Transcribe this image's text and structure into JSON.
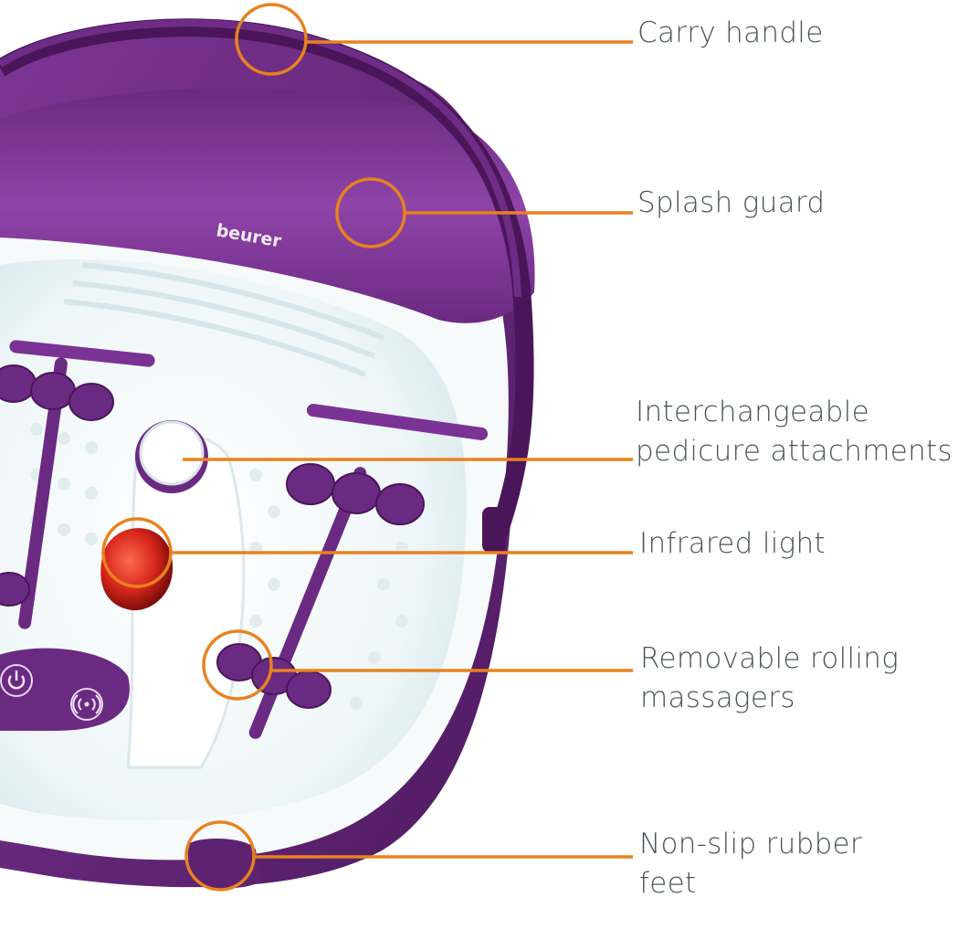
{
  "brand": "beurer",
  "colors": {
    "accent": "#e8821e",
    "purple": "#5e2370",
    "purple_light": "#8a3fa0",
    "text": "#4a5458",
    "infrared": "#d6261c"
  },
  "callouts": [
    {
      "id": "carry-handle",
      "lines": [
        "Carry handle"
      ]
    },
    {
      "id": "splash-guard",
      "lines": [
        "Splash guard"
      ]
    },
    {
      "id": "pedicure-attachments",
      "lines": [
        "Interchangeable",
        "pedicure attachments"
      ]
    },
    {
      "id": "infrared-light",
      "lines": [
        "Infrared light"
      ]
    },
    {
      "id": "rolling-massagers",
      "lines": [
        "Removable rolling",
        "massagers"
      ]
    },
    {
      "id": "rubber-feet",
      "lines": [
        "Non-slip rubber",
        "feet"
      ]
    }
  ],
  "control_panel": {
    "buttons": [
      {
        "icon": "power-icon"
      },
      {
        "icon": "vibration-icon"
      }
    ]
  }
}
